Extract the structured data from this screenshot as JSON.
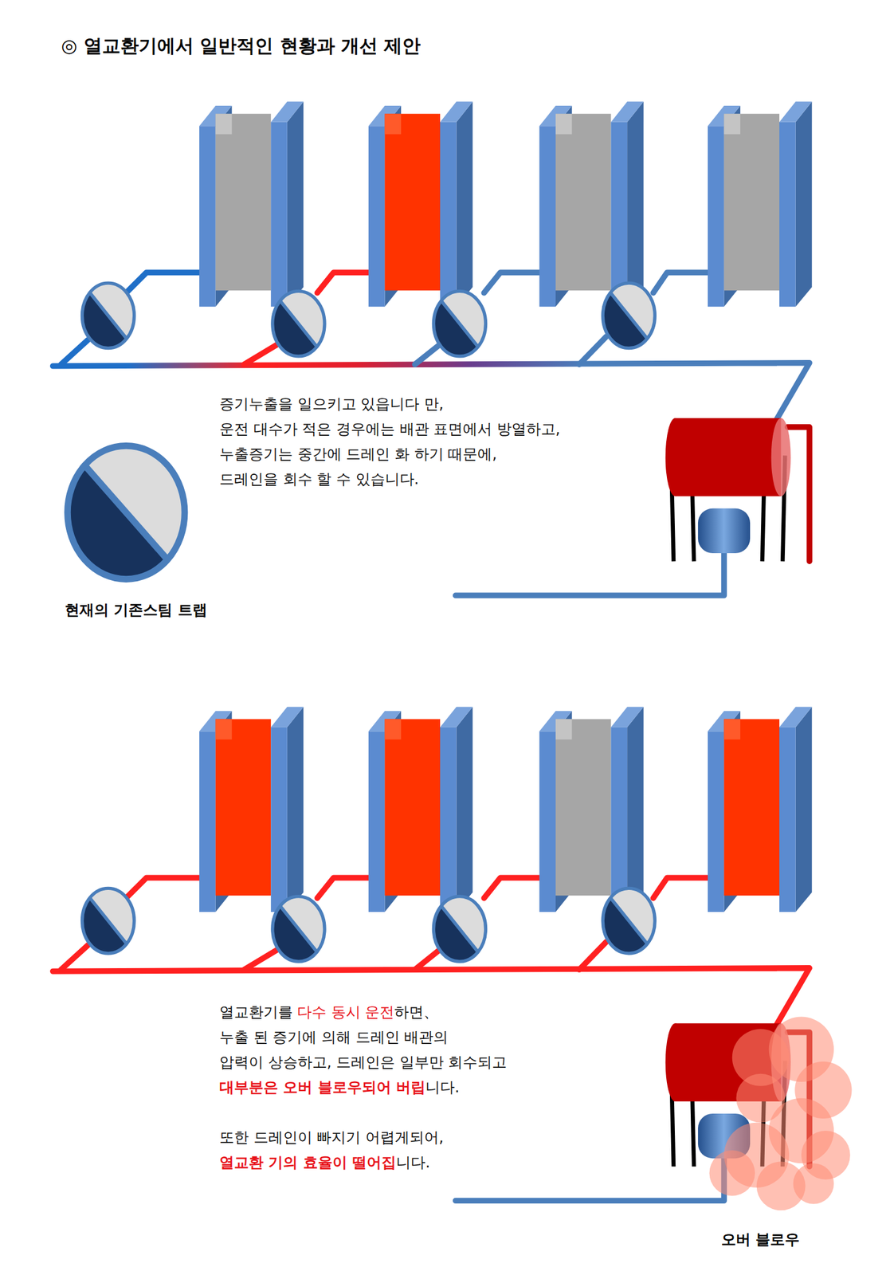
{
  "diagram": {
    "title": "◎ 열교환기에서 일반적인 현황과 개선 제안",
    "labels": [
      "증기누출을 일으키고 있읍니다 만,",
      "운전 대수가 적은 경우에는 배관 표면에서 방열하고,",
      "누출증기는 중간에 드레인 화 하기 때문에,",
      "드레인을 회수 할 수 있습니다.",
      "현재의 기존스팀 트랩",
      "열교환기를",
      "다수 동시 운전",
      "하면、",
      "누출 된 증기에 의해 드레인 배관의",
      "압력이 상승하고, 드레인은 일부만 회수되고",
      "대부분은 오버 블로우되어 버립",
      "니다.",
      "또한 드레인이 빠지기 어렵게되어,",
      "열교환 기의 효율이 떨어집",
      "니다.",
      "오버 블로우"
    ]
  }
}
